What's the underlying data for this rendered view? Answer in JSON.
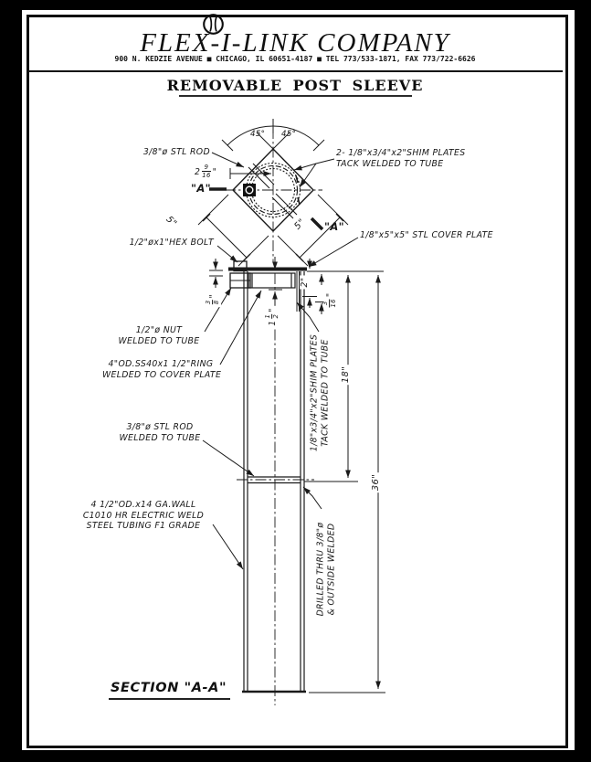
{
  "header": {
    "company": "FLEX-I-LINK COMPANY",
    "address": "900 N. KEDZIE AVENUE ■ CHICAGO, IL 60651-4187 ■ TEL 773/533-1871, FAX 773/722-6626",
    "title": "REMOVABLE POST SLEEVE"
  },
  "top_view": {
    "rod_label": "3/8\"ø STL ROD",
    "shim_label_1": "2- 1/8\"x3/4\"x2\"SHIM PLATES",
    "shim_label_2": "TACK WELDED TO TUBE",
    "angle_left": "45°",
    "angle_right": "45°",
    "offset_whole": "2",
    "offset_num": "9",
    "offset_den": "16",
    "offset_suffix": "\"",
    "section_a_left": "\"A\"",
    "section_a_right": "\"A\"",
    "side_left": "5\"",
    "side_right": "5\"",
    "hex_bolt_label": "1/2\"øx1\"HEX BOLT",
    "cover_plate_label": "1/8\"x5\"x5\" STL COVER PLATE"
  },
  "section": {
    "nut_1": "1/2\"ø NUT",
    "nut_2": "WELDED TO TUBE",
    "ring_1": "4\"OD.SS40x1 1/2\"RING",
    "ring_2": "WELDED TO COVER PLATE",
    "rod_1": "3/8\"ø STL ROD",
    "rod_2": "WELDED TO TUBE",
    "tubing_1": "4 1/2\"OD.x14 GA.WALL",
    "tubing_2": "C1010 HR ELECTRIC WELD",
    "tubing_3": "STEEL TUBING F1 GRADE",
    "shim_rot_1": "1/8\"x3/4\"x2\"SHIM PLATES",
    "shim_rot_2": "TACK WELDED TO TUBE",
    "drilled_rot_1": "DRILLED THRU 3/8\"ø",
    "drilled_rot_2": "& OUTSIDE WELDED",
    "dim_2": "2\"",
    "dim_316_num": "3",
    "dim_316_den": "16",
    "dim_316_suffix": "\"",
    "dim_38_num": "3",
    "dim_38_den": "8",
    "dim_38_suffix": "\"",
    "dim_112_whole": "1",
    "dim_112_num": "1",
    "dim_112_den": "2",
    "dim_112_suffix": "\"",
    "dim_18": "18\"",
    "dim_36": "36\"",
    "title": "SECTION \"A-A\""
  },
  "colors": {
    "ink": "#1a1a1a",
    "paper": "#ffffff",
    "frame": "#000000"
  }
}
